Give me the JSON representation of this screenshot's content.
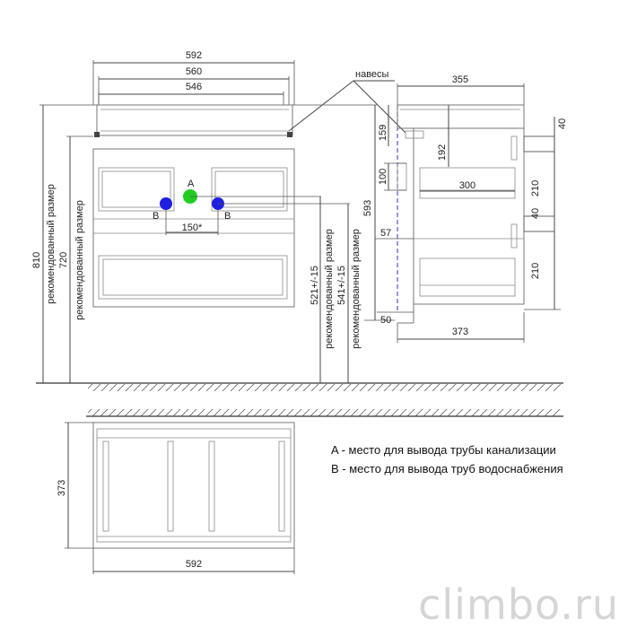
{
  "front": {
    "dims": {
      "w592": "592",
      "w560": "560",
      "w546": "546",
      "h810": "810",
      "h720": "720",
      "h593": "593",
      "pipe521": "521+/-15",
      "pipe541": "541+/-15",
      "spacing": "150*"
    },
    "labels": {
      "rec": "рекомендованный размер",
      "A": "A",
      "B": "B",
      "hinges": "навесы"
    }
  },
  "side": {
    "dims": {
      "w355": "355",
      "d159": "159",
      "d192": "192",
      "d100": "100",
      "d300": "300",
      "d57": "57",
      "d50": "50",
      "w373": "373",
      "t40a": "40",
      "t210a": "210",
      "t40b": "40",
      "t210b": "210"
    }
  },
  "top": {
    "dims": {
      "w592": "592",
      "d373": "373"
    }
  },
  "legend": {
    "a": "A - место для вывода трубы канализации",
    "b": "B - место для вывода труб водоснабжения"
  },
  "colors": {
    "point_a": "#22cc22",
    "point_b": "#1f1fe0",
    "wall_line": "#5555cc"
  },
  "watermark": "climbo.ru"
}
